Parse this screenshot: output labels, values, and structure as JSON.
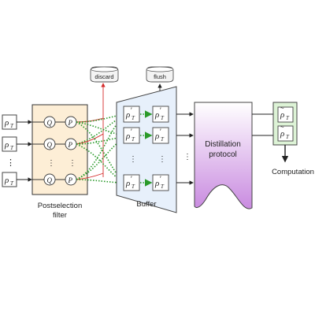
{
  "diagram": {
    "input_states": [
      {
        "symbol": "ρ",
        "sub": "T"
      },
      {
        "symbol": "ρ",
        "sub": "T"
      },
      {
        "symbol": "⋮",
        "sub": ""
      },
      {
        "symbol": "ρ",
        "sub": "T"
      }
    ],
    "filter": {
      "q_label": "Q",
      "p_label": "P",
      "dots": "⋮",
      "caption_line1": "Postselection",
      "caption_line2": "filter"
    },
    "discard_label": "discard",
    "flush_label": "flush",
    "buffer": {
      "state_symbol": "ρ",
      "state_prime": "′",
      "state_sub": "T",
      "dots": "⋮",
      "caption": "Buffer"
    },
    "mid_dots": "⋮",
    "distillation": {
      "line1": "Distillation",
      "line2": "protocol"
    },
    "output": {
      "symbol": "ρ",
      "tilde": "~",
      "sub": "T",
      "caption": "Computation"
    },
    "colors": {
      "filter_fill": "#fdeed6",
      "buffer_fill": "#e7f0fb",
      "output_fill": "#ddf3d6",
      "distill_top": "#ffffff",
      "distill_bottom": "#c98be0",
      "red_line": "#d42a2a",
      "green_line": "#2a9a2a"
    }
  }
}
